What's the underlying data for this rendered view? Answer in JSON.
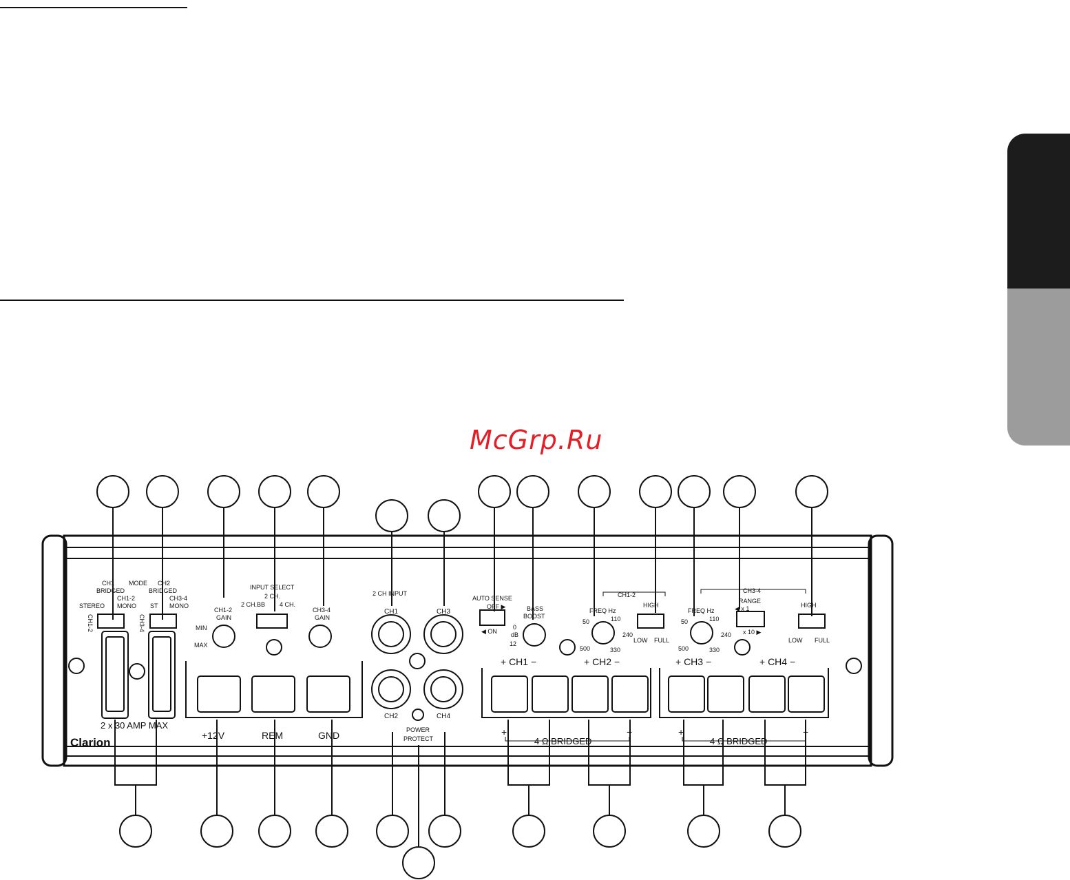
{
  "watermark": "McGrp.Ru",
  "brand": "Clarion",
  "labels": {
    "ch1_bridged": "CH1",
    "ch1_bridged2": "BRIDGED",
    "mode": "MODE",
    "ch2_bridged": "CH2",
    "ch2_bridged2": "BRIDGED",
    "stereo": "STEREO",
    "ch12_mono": "CH1-2",
    "ch12_mono2": "MONO",
    "st": "ST",
    "ch34_mono": "CH3-4",
    "ch34_mono2": "MONO",
    "ch12_side": "CH1-2",
    "ch34_side": "CH3-4",
    "ch12_gain": "CH1-2",
    "ch12_gain2": "GAIN",
    "min": "MIN",
    "max": "MAX",
    "input_select": "INPUT SELECT",
    "two_ch": "2 CH.",
    "two_ch_bb": "2 CH.BB",
    "four_ch": "4 CH.",
    "ch34_gain": "CH3-4",
    "ch34_gain2": "GAIN",
    "two_ch_input": "2 CH INPUT",
    "rca_ch1": "CH1",
    "rca_ch3": "CH3",
    "rca_ch2": "CH2",
    "rca_ch4": "CH4",
    "power": "POWER",
    "protect": "PROTECT",
    "auto_sense": "AUTO SENSE",
    "off": "OFF ▶",
    "on": "◀ ON",
    "bass": "BASS",
    "boost": "BOOST",
    "bb_0": "0",
    "bb_db": "dB",
    "bb_12": "12",
    "freq_hz_1": "FREQ Hz",
    "f1_50": "50",
    "f1_110": "110",
    "f1_240": "240",
    "f1_330": "330",
    "f1_500": "500",
    "ch12_bracket": "CH1-2",
    "high_1": "HIGH",
    "low_1": "LOW",
    "full_1": "FULL",
    "freq_hz_2": "FREQ Hz",
    "f2_50": "50",
    "f2_110": "110",
    "f2_240": "240",
    "f2_330": "330",
    "f2_500": "500",
    "ch34_bracket": "CH3-4",
    "range": "RANGE",
    "x1": "◀ x 1",
    "x10": "x 10 ▶",
    "high_2": "HIGH",
    "low_2": "LOW",
    "full_2": "FULL",
    "fuse": "2 x 30 AMP MAX",
    "plus12v": "+12V",
    "rem": "REM",
    "gnd": "GND",
    "spk_ch1": "+  CH1  −",
    "spk_ch2": "+  CH2  −",
    "spk_ch3": "+  CH3  −",
    "spk_ch4": "+  CH4  −",
    "bridged_1": "4 Ω  BRIDGED",
    "bridged_2": "4 Ω  BRIDGED",
    "br_plus_1": "+",
    "br_minus_1": "−",
    "br_plus_2": "+",
    "br_minus_2": "−"
  }
}
